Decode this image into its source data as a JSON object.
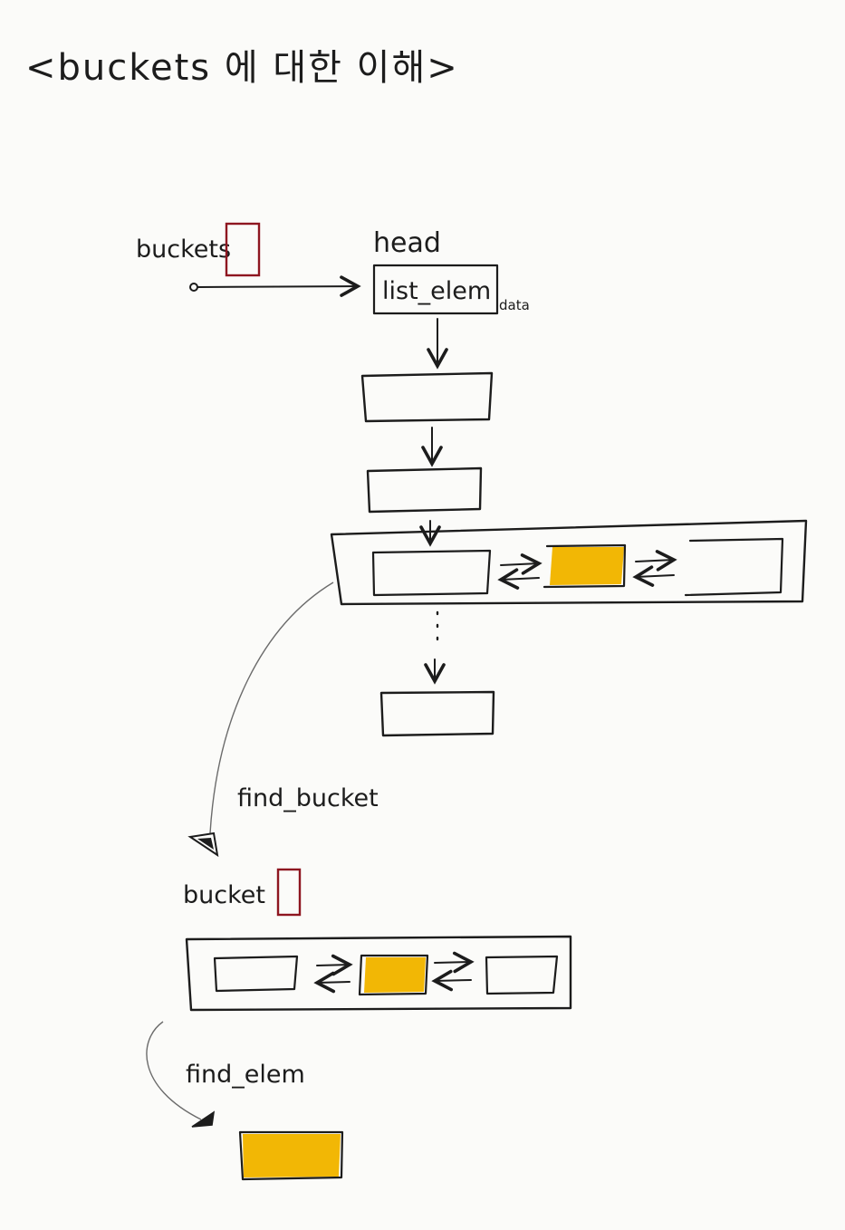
{
  "title": "<buckets 에 대한 이해>",
  "colors": {
    "ink": "#1c1c1c",
    "highlight": "#f2b705",
    "red_box": "#8e1620",
    "paper": "#fbfbf9"
  },
  "labels": {
    "buckets": "buckets",
    "head": "head",
    "list_elem": "list_elem",
    "data": "data",
    "ellipsis": "⋮",
    "find_bucket": "find_bucket",
    "bucket": "bucket",
    "find_elem": "find_elem"
  }
}
